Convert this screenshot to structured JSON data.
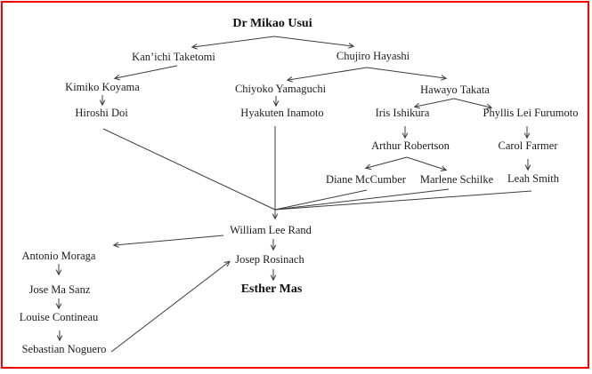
{
  "diagram": {
    "type": "lineage-tree",
    "frame_color": "#ff0000",
    "line_color": "#3d3d3d",
    "text_color": "#1c1c1c",
    "nodes": {
      "usui": {
        "label": "Dr Mikao Usui",
        "bold": true
      },
      "taketomi": {
        "label": "Kan’ichi Taketomi",
        "bold": false
      },
      "hayashi": {
        "label": "Chujiro Hayashi",
        "bold": false
      },
      "koyama": {
        "label": "Kimiko Koyama",
        "bold": false
      },
      "yamaguchi": {
        "label": "Chiyoko Yamaguchi",
        "bold": false
      },
      "takata": {
        "label": "Hawayo Takata",
        "bold": false
      },
      "doi": {
        "label": "Hiroshi Doi",
        "bold": false
      },
      "inamoto": {
        "label": "Hyakuten Inamoto",
        "bold": false
      },
      "ishikura": {
        "label": "Iris Ishikura",
        "bold": false
      },
      "furumoto": {
        "label": "Phyllis Lei Furumoto",
        "bold": false
      },
      "robertson": {
        "label": "Arthur Robertson",
        "bold": false
      },
      "farmer": {
        "label": "Carol Farmer",
        "bold": false
      },
      "mccumber": {
        "label": "Diane McCumber",
        "bold": false
      },
      "schilke": {
        "label": "Marlene Schilke",
        "bold": false
      },
      "smith": {
        "label": "Leah Smith",
        "bold": false
      },
      "rand": {
        "label": "William Lee Rand",
        "bold": false
      },
      "rosinach": {
        "label": "Josep Rosinach",
        "bold": false
      },
      "esther": {
        "label": "Esther Mas",
        "bold": true
      },
      "moraga": {
        "label": "Antonio Moraga",
        "bold": false
      },
      "sanz": {
        "label": "Jose Ma Sanz",
        "bold": false
      },
      "contineau": {
        "label": "Louise Contineau",
        "bold": false
      },
      "noguero": {
        "label": "Sebastian Noguero",
        "bold": false
      }
    },
    "edges": [
      {
        "from": "Dr Mikao Usui",
        "to": "Kan’ichi Taketomi"
      },
      {
        "from": "Dr Mikao Usui",
        "to": "Chujiro Hayashi"
      },
      {
        "from": "Kan’ichi Taketomi",
        "to": "Kimiko Koyama"
      },
      {
        "from": "Chujiro Hayashi",
        "to": "Chiyoko Yamaguchi"
      },
      {
        "from": "Chujiro Hayashi",
        "to": "Hawayo Takata"
      },
      {
        "from": "Kimiko Koyama",
        "to": "Hiroshi Doi"
      },
      {
        "from": "Chiyoko Yamaguchi",
        "to": "Hyakuten Inamoto"
      },
      {
        "from": "Hawayo Takata",
        "to": "Iris Ishikura"
      },
      {
        "from": "Hawayo Takata",
        "to": "Phyllis Lei Furumoto"
      },
      {
        "from": "Iris Ishikura",
        "to": "Arthur Robertson"
      },
      {
        "from": "Phyllis Lei Furumoto",
        "to": "Carol Farmer"
      },
      {
        "from": "Arthur Robertson",
        "to": "Diane McCumber"
      },
      {
        "from": "Arthur Robertson",
        "to": "Marlene Schilke"
      },
      {
        "from": "Carol Farmer",
        "to": "Leah Smith"
      },
      {
        "from": "Hiroshi Doi",
        "to": "William Lee Rand"
      },
      {
        "from": "Hyakuten Inamoto",
        "to": "William Lee Rand"
      },
      {
        "from": "Diane McCumber",
        "to": "William Lee Rand"
      },
      {
        "from": "Marlene Schilke",
        "to": "William Lee Rand"
      },
      {
        "from": "Leah Smith",
        "to": "William Lee Rand"
      },
      {
        "from": "William Lee Rand",
        "to": "Antonio Moraga"
      },
      {
        "from": "William Lee Rand",
        "to": "Josep Rosinach"
      },
      {
        "from": "Josep Rosinach",
        "to": "Esther Mas"
      },
      {
        "from": "Antonio Moraga",
        "to": "Jose Ma Sanz"
      },
      {
        "from": "Jose Ma Sanz",
        "to": "Louise Contineau"
      },
      {
        "from": "Louise Contineau",
        "to": "Sebastian Noguero"
      },
      {
        "from": "Sebastian Noguero",
        "to": "Josep Rosinach"
      }
    ]
  }
}
